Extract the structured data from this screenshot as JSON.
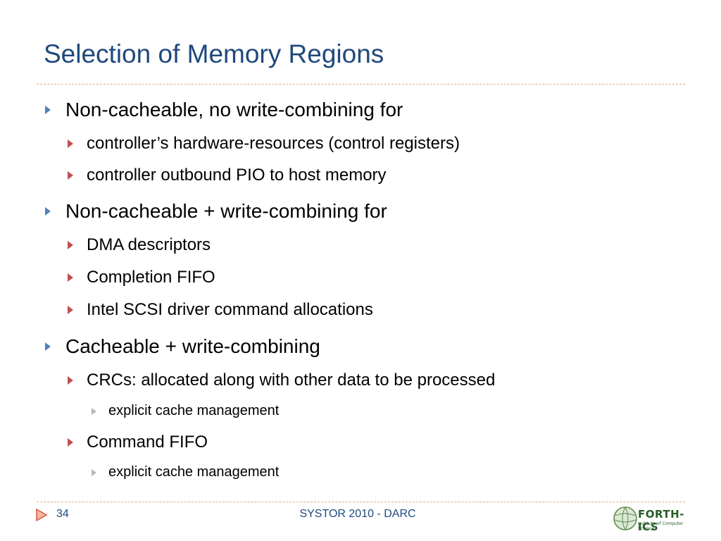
{
  "slide": {
    "title": "Selection of Memory Regions",
    "bullets": [
      {
        "level": 1,
        "text": "Non-cacheable, no write-combining for"
      },
      {
        "level": 2,
        "text": "controller’s hardware-resources (control registers)"
      },
      {
        "level": 2,
        "text": "controller outbound PIO to host memory"
      },
      {
        "level": 1,
        "text": "Non-cacheable + write-combining for"
      },
      {
        "level": 2,
        "text": "DMA descriptors"
      },
      {
        "level": 2,
        "text": "Completion FIFO"
      },
      {
        "level": 2,
        "text": "Intel SCSI driver command allocations"
      },
      {
        "level": 1,
        "text": "Cacheable + write-combining"
      },
      {
        "level": 2,
        "text": "CRCs: allocated along with other data to be processed"
      },
      {
        "level": 3,
        "text": "explicit cache management"
      },
      {
        "level": 2,
        "text": "Command FIFO"
      },
      {
        "level": 3,
        "text": "explicit cache management"
      }
    ]
  },
  "footer": {
    "page_number": "34",
    "text": "SYSTOR 2010 - DARC",
    "logo_text": "FORTH-ICS",
    "logo_subtext": "Institute of Computer Science"
  },
  "colors": {
    "title": "#1F497D",
    "level1_bullet": "#4F81BD",
    "level2_bullet": "#C0504D",
    "level3_bullet": "#B8B8B8",
    "rule": "#E8A68A"
  },
  "icons": {
    "nav": "triangle-right-icon",
    "bullet": "triangle-bullet-icon",
    "logo": "forth-ics-logo"
  }
}
